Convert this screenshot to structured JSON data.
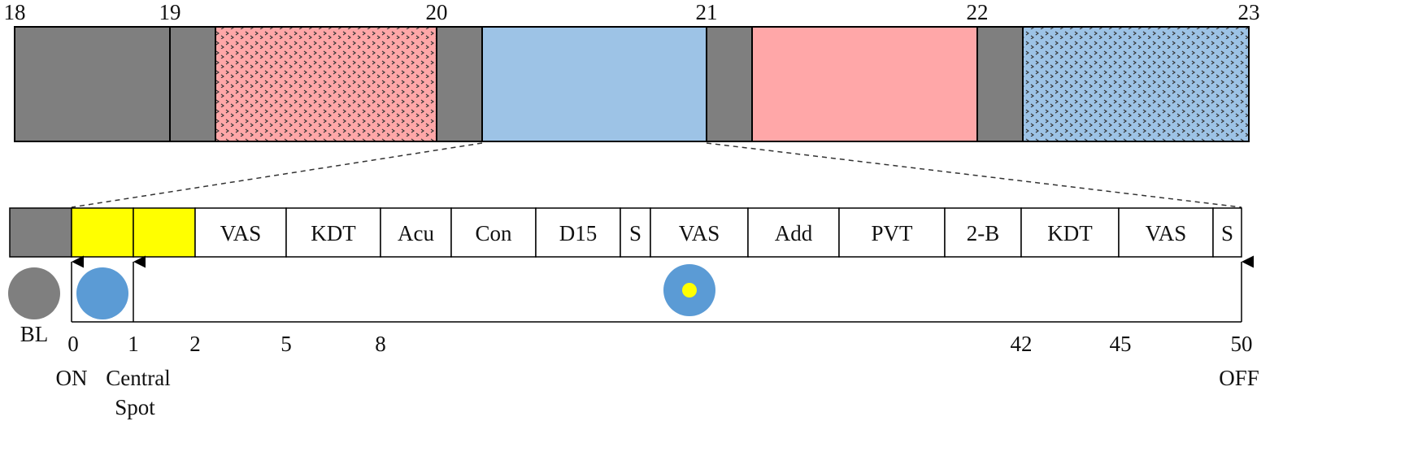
{
  "hour_labels": [
    "18",
    "19",
    "20",
    "21",
    "22",
    "23"
  ],
  "colors": {
    "gray": "#7f7f7f",
    "pink": "#ffa7a8",
    "blue": "#9dc3e6",
    "yellow": "#ffff00",
    "circle_blue": "#5b9bd5",
    "outline": "#000000"
  },
  "top_blocks": [
    {
      "kind": "gray",
      "pattern": false
    },
    {
      "kind": "gray",
      "pattern": false
    },
    {
      "kind": "pink",
      "pattern": true
    },
    {
      "kind": "gray",
      "pattern": false
    },
    {
      "kind": "blue",
      "pattern": false
    },
    {
      "kind": "gray",
      "pattern": false
    },
    {
      "kind": "pink",
      "pattern": false
    },
    {
      "kind": "gray",
      "pattern": false
    },
    {
      "kind": "blue",
      "pattern": true
    }
  ],
  "test_segments": [
    {
      "label": "",
      "color": "gray"
    },
    {
      "label": "",
      "color": "yellow"
    },
    {
      "label": "",
      "color": "yellow"
    },
    {
      "label": "VAS",
      "color": "white"
    },
    {
      "label": "KDT",
      "color": "white"
    },
    {
      "label": "Acu",
      "color": "white"
    },
    {
      "label": "Con",
      "color": "white"
    },
    {
      "label": "D15",
      "color": "white"
    },
    {
      "label": "S",
      "color": "white"
    },
    {
      "label": "VAS",
      "color": "white"
    },
    {
      "label": "Add",
      "color": "white"
    },
    {
      "label": "PVT",
      "color": "white"
    },
    {
      "label": "2-B",
      "color": "white"
    },
    {
      "label": "KDT",
      "color": "white"
    },
    {
      "label": "VAS",
      "color": "white"
    },
    {
      "label": "S",
      "color": "white"
    }
  ],
  "minute_ticks": [
    "0",
    "1",
    "2",
    "5",
    "8",
    "42",
    "45",
    "50"
  ],
  "captions": {
    "bl": "BL",
    "on": "ON",
    "central_spot_line1": "Central",
    "central_spot_line2": "Spot",
    "off": "OFF"
  }
}
